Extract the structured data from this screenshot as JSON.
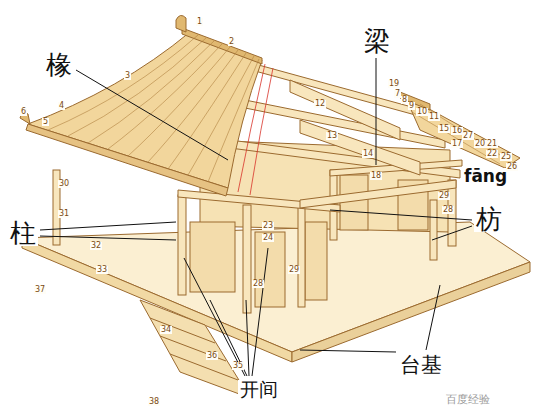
{
  "diagram": {
    "labels": [
      "椽",
      "梁",
      "fāng",
      "柱",
      "枋",
      "台基",
      "开间",
      "百度经验",
      "1",
      "2",
      "3",
      "4",
      "5",
      "6",
      "7",
      "8",
      "9",
      "10",
      "11",
      "12",
      "13",
      "14",
      "15",
      "16",
      "17",
      "18",
      "19",
      "20",
      "21",
      "22",
      "23",
      "24",
      "25",
      "26",
      "27",
      "28",
      "28",
      "29",
      "29",
      "30",
      "31",
      "32",
      "33",
      "34",
      "35",
      "36",
      "37",
      "38"
    ]
  }
}
